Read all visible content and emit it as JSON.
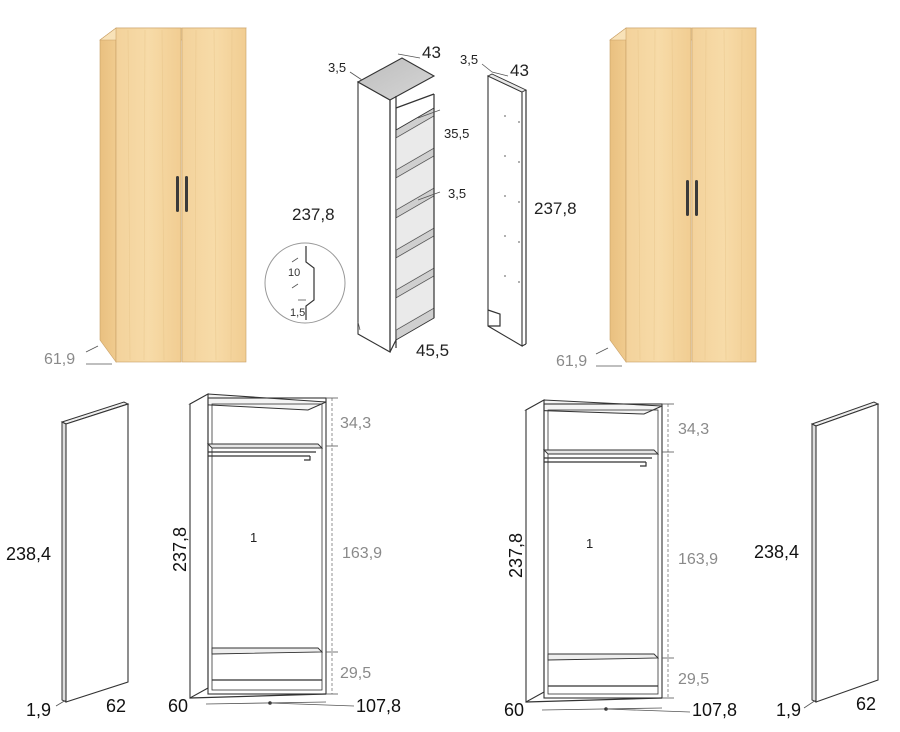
{
  "wardrobe_left": {
    "depth_label": "61,9"
  },
  "wardrobe_right": {
    "depth_label": "61,9"
  },
  "shelf_unit": {
    "top_thickness": "3,5",
    "width": "43",
    "shelf_gap": "35,5",
    "shelf_thickness": "3,5",
    "height": "237,8",
    "depth": "45,5",
    "detail_a": "10",
    "detail_b": "1,5"
  },
  "side_panel_top": {
    "thickness": "3,5",
    "width": "43",
    "height": "237,8"
  },
  "side_panel_left": {
    "height": "238,4",
    "thickness": "1,9",
    "depth": "62"
  },
  "side_panel_right": {
    "height": "238,4",
    "thickness": "1,9",
    "depth": "62"
  },
  "carcass_left": {
    "height": "237,8",
    "top_section": "34,3",
    "middle_section": "163,9",
    "bottom_section": "29,5",
    "compartment": "1",
    "depth": "60",
    "width": "107,8"
  },
  "carcass_right": {
    "height": "237,8",
    "top_section": "34,3",
    "middle_section": "163,9",
    "bottom_section": "29,5",
    "compartment": "1",
    "depth": "60",
    "width": "107,8"
  },
  "colors": {
    "oak_light": "#f6d9a6",
    "oak_mid": "#efc98c",
    "oak_side": "#e2b878",
    "handle": "#3a3a3a",
    "shelf_grey": "#c8c8c8"
  }
}
